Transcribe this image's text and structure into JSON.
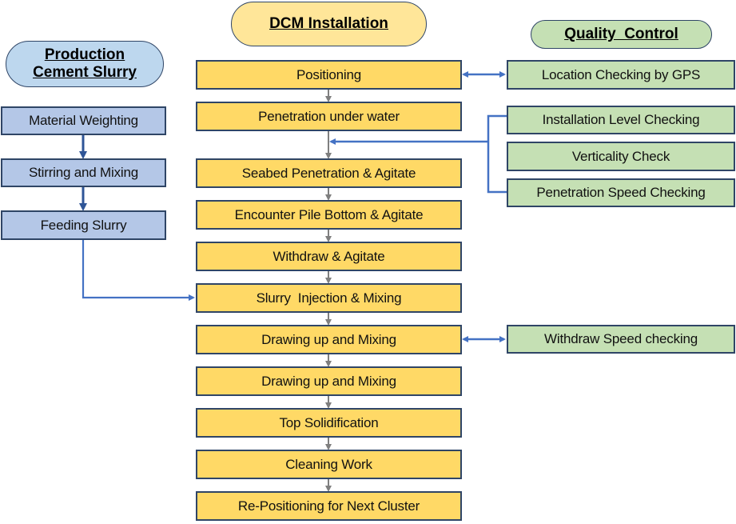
{
  "headers": {
    "production": [
      "Production",
      "Cement Slurry"
    ],
    "installation": "DCM Installation",
    "quality": "Quality  Control"
  },
  "production_steps": [
    "Material Weighting",
    "Stirring and Mixing",
    "Feeding Slurry"
  ],
  "installation_steps": [
    "Positioning",
    "Penetration under water",
    "Seabed Penetration & Agitate",
    "Encounter Pile Bottom & Agitate",
    "Withdraw & Agitate",
    "Slurry  Injection & Mixing",
    "Drawing up and Mixing",
    "Drawing up and Mixing",
    "Top Solidification",
    "Cleaning Work",
    "Re-Positioning for Next Cluster"
  ],
  "quality_checks": [
    "Location Checking by GPS",
    "Installation Level Checking",
    "Verticality Check",
    "Penetration Speed Checking",
    "Withdraw Speed checking"
  ],
  "colors": {
    "installation_fill": "#ffd966",
    "production_fill": "#b4c7e7",
    "quality_fill": "#c5e0b4",
    "link_blue": "#4472c4",
    "flow_gray": "#7f7f7f"
  }
}
